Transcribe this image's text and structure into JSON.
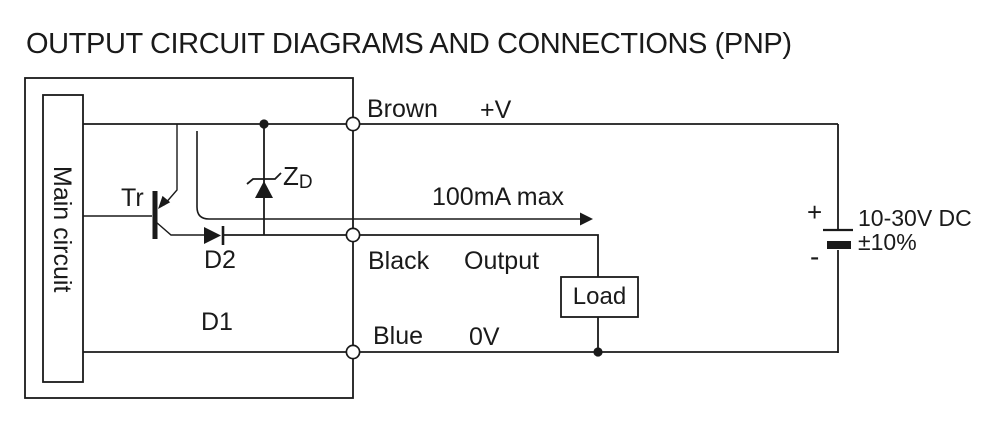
{
  "title": "OUTPUT CIRCUIT DIAGRAMS AND CONNECTIONS (PNP)",
  "main_circuit": {
    "label": "Main circuit"
  },
  "components": {
    "transistor": "Tr",
    "zener_main": "Z",
    "zener_sub": "D",
    "diode2": "D2",
    "diode1": "D1",
    "load": "Load"
  },
  "wires": {
    "brown": {
      "color_name": "Brown",
      "signal": "+V"
    },
    "black": {
      "color_name": "Black",
      "signal": "Output"
    },
    "blue": {
      "color_name": "Blue",
      "signal": "0V"
    }
  },
  "current": {
    "label": "100mA max"
  },
  "power": {
    "plus": "+",
    "minus": "-",
    "voltage": "10-30V DC",
    "tolerance": "±10%"
  },
  "colors": {
    "line": "#1a1a1a",
    "background": "#ffffff"
  }
}
